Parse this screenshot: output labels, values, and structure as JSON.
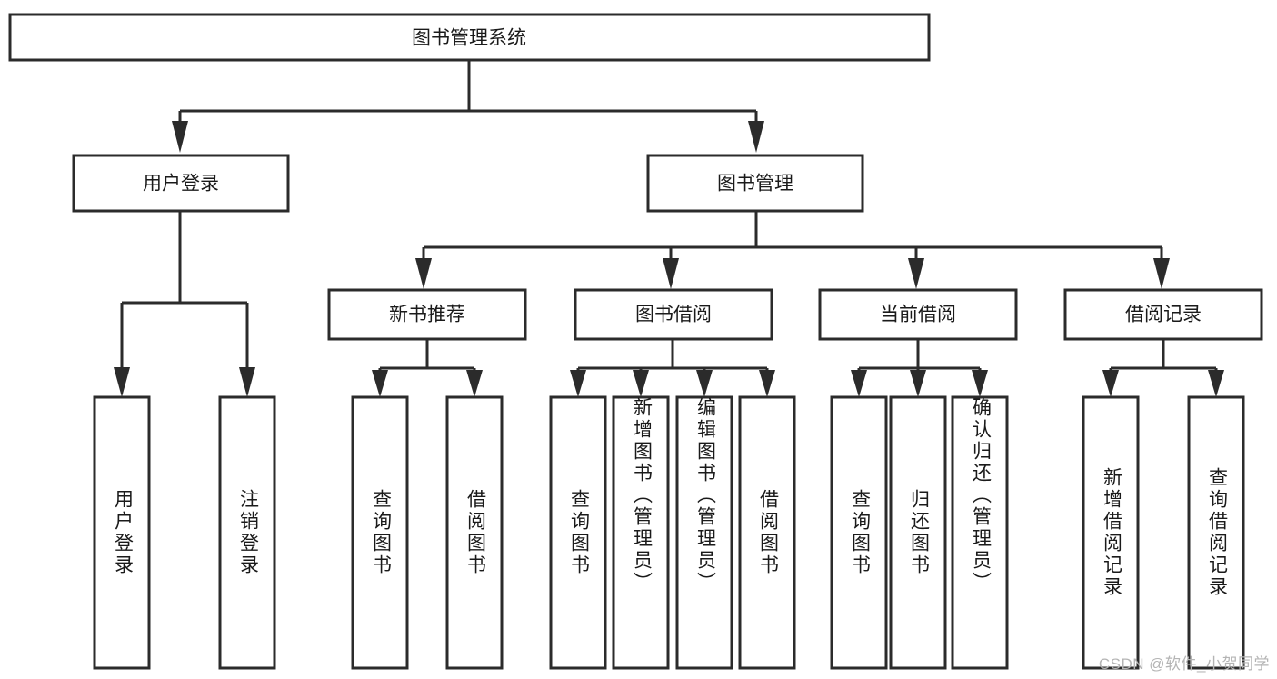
{
  "diagram": {
    "title": "图书管理系统",
    "type": "tree-hierarchy",
    "orientation": "top-down",
    "levels": 4,
    "colors": {
      "box_stroke": "#2b2b2b",
      "box_fill": "#ffffff",
      "connector": "#2b2b2b",
      "text": "#1a1a1a",
      "background": "#ffffff",
      "watermark": "#b4b4b4"
    },
    "root": {
      "label": "图书管理系统"
    },
    "level2": [
      {
        "id": "user-login",
        "label": "用户登录"
      },
      {
        "id": "book-manage",
        "label": "图书管理"
      }
    ],
    "level3": [
      {
        "id": "new-book-recommend",
        "label": "新书推荐",
        "parent": "book-manage"
      },
      {
        "id": "book-borrow",
        "label": "图书借阅",
        "parent": "book-manage"
      },
      {
        "id": "current-borrow",
        "label": "当前借阅",
        "parent": "book-manage"
      },
      {
        "id": "borrow-record",
        "label": "借阅记录",
        "parent": "book-manage"
      }
    ],
    "leaves": [
      {
        "id": "leaf-user-login",
        "label": "用户登录",
        "parent": "user-login"
      },
      {
        "id": "leaf-user-logout",
        "label": "注销登录",
        "parent": "user-login"
      },
      {
        "id": "leaf-query-book-1",
        "label": "查询图书",
        "parent": "new-book-recommend"
      },
      {
        "id": "leaf-borrow-book-1",
        "label": "借阅图书",
        "parent": "new-book-recommend"
      },
      {
        "id": "leaf-query-book-2",
        "label": "查询图书",
        "parent": "book-borrow"
      },
      {
        "id": "leaf-add-book",
        "label": "新增图书（管理员）",
        "parent": "book-borrow"
      },
      {
        "id": "leaf-edit-book",
        "label": "编辑图书（管理员）",
        "parent": "book-borrow"
      },
      {
        "id": "leaf-borrow-book-2",
        "label": "借阅图书",
        "parent": "book-borrow"
      },
      {
        "id": "leaf-query-book-3",
        "label": "查询图书",
        "parent": "current-borrow"
      },
      {
        "id": "leaf-return-book",
        "label": "归还图书",
        "parent": "current-borrow"
      },
      {
        "id": "leaf-confirm-return",
        "label": "确认归还（管理员）",
        "parent": "current-borrow"
      },
      {
        "id": "leaf-add-record",
        "label": "新增借阅记录",
        "parent": "borrow-record"
      },
      {
        "id": "leaf-query-record",
        "label": "查询借阅记录",
        "parent": "borrow-record"
      }
    ],
    "watermark": "CSDN @软件_小贺同学"
  }
}
